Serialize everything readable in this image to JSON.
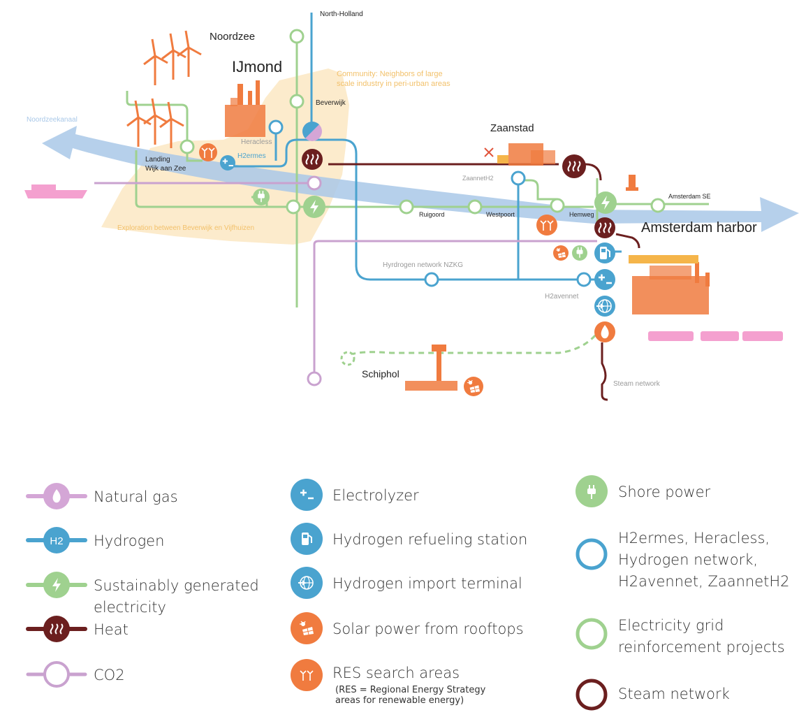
{
  "colors": {
    "gas": "#d4a6d6",
    "hydrogen": "#4aa3cf",
    "electricity": "#9fd18f",
    "heat": "#6b1f1f",
    "co2": "#c9a2cf",
    "orange": "#f07b3f",
    "canal": "#a9c8e8",
    "zone": "#fbe6bf",
    "pink": "#f4a0cf"
  },
  "places": {
    "north_holland": "North-Holland",
    "noordzee": "Noordzee",
    "ijmond": "IJmond",
    "community": "Community: Neighbors of large scale industry in peri-urban areas",
    "beverwijk": "Beverwijk",
    "noordzeekanaal": "Noordzeekanaal",
    "heracless": "Heracless",
    "h2ermes": "H2ermes",
    "landing": "Landing",
    "wijk_aan_zee": "Wijk aan Zee",
    "zaanstad": "Zaanstad",
    "zaannet": "ZaannetH2",
    "amsterdam_se": "Amsterdam SE",
    "hemweg": "Hemweg",
    "amsterdam_harbor": "Amsterdam harbor",
    "ruigoord": "Ruigoord",
    "westpoort": "Westpoort",
    "exploration": "Exploration between Beverwijk en Vijfhuizen",
    "hydrogen_network": "Hyrdrogen network NZKG",
    "h2avennet": "H2avennet",
    "schiphol": "Schiphol",
    "steam_network": "Steam network"
  },
  "legend": {
    "natural_gas": "Natural gas",
    "hydrogen": "Hydrogen",
    "hydrogen_icon": "H2",
    "electricity_line1": "Sustainably generated",
    "electricity_line2": "electricity",
    "heat": "Heat",
    "co2": "CO2",
    "electrolyzer": "Electrolyzer",
    "refueling": "Hydrogen refueling station",
    "import_terminal": "Hydrogen import terminal",
    "solar": "Solar power from rooftops",
    "res": "RES search areas",
    "res_note_line1": "(RES = Regional Energy Strategy",
    "res_note_line2": "areas for renewable energy)",
    "shore_power": "Shore power",
    "h2_projects_line1": "H2ermes, Heracless,",
    "h2_projects_line2": "Hydrogen network,",
    "h2_projects_line3": "H2avennet, ZaannetH2",
    "grid_line1": "Electricity grid",
    "grid_line2": "reinforcement projects",
    "steam": "Steam network"
  }
}
